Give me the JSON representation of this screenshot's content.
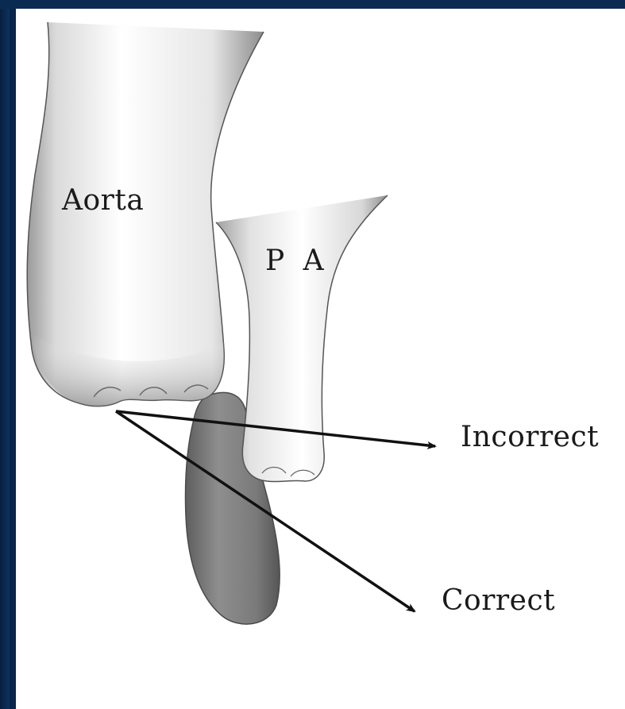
{
  "diagram": {
    "labels": {
      "aorta": "Aorta",
      "pa": "P A",
      "incorrect": "Incorrect",
      "correct": "Correct"
    }
  },
  "colors": {
    "frame": "#0b2a52",
    "vessel_light": "#f4f4f4",
    "vessel_shadow": "#8a8a8a",
    "appendage": "#7a7a7a",
    "arrow": "#111111"
  }
}
